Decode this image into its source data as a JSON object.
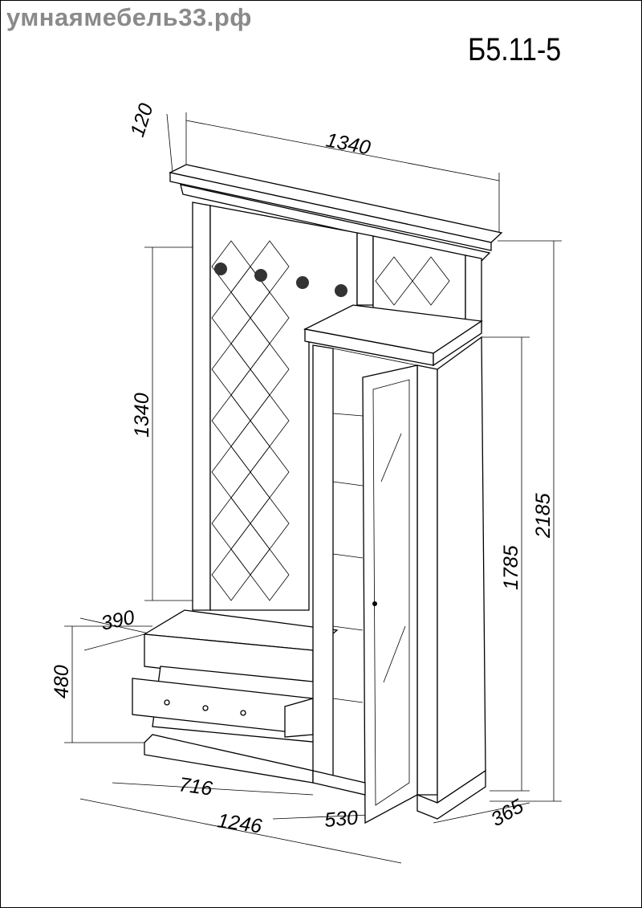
{
  "watermark": "умнаямебель33.рф",
  "model_code": "Б5.11-5",
  "dimensions": {
    "top_depth": "120",
    "top_width": "1340",
    "panel_height": "1340",
    "total_height": "2185",
    "cabinet_height": "1785",
    "bench_depth": "390",
    "bench_height": "480",
    "bench_width": "716",
    "total_width": "1246",
    "cabinet_width": "530",
    "cabinet_depth": "365"
  }
}
